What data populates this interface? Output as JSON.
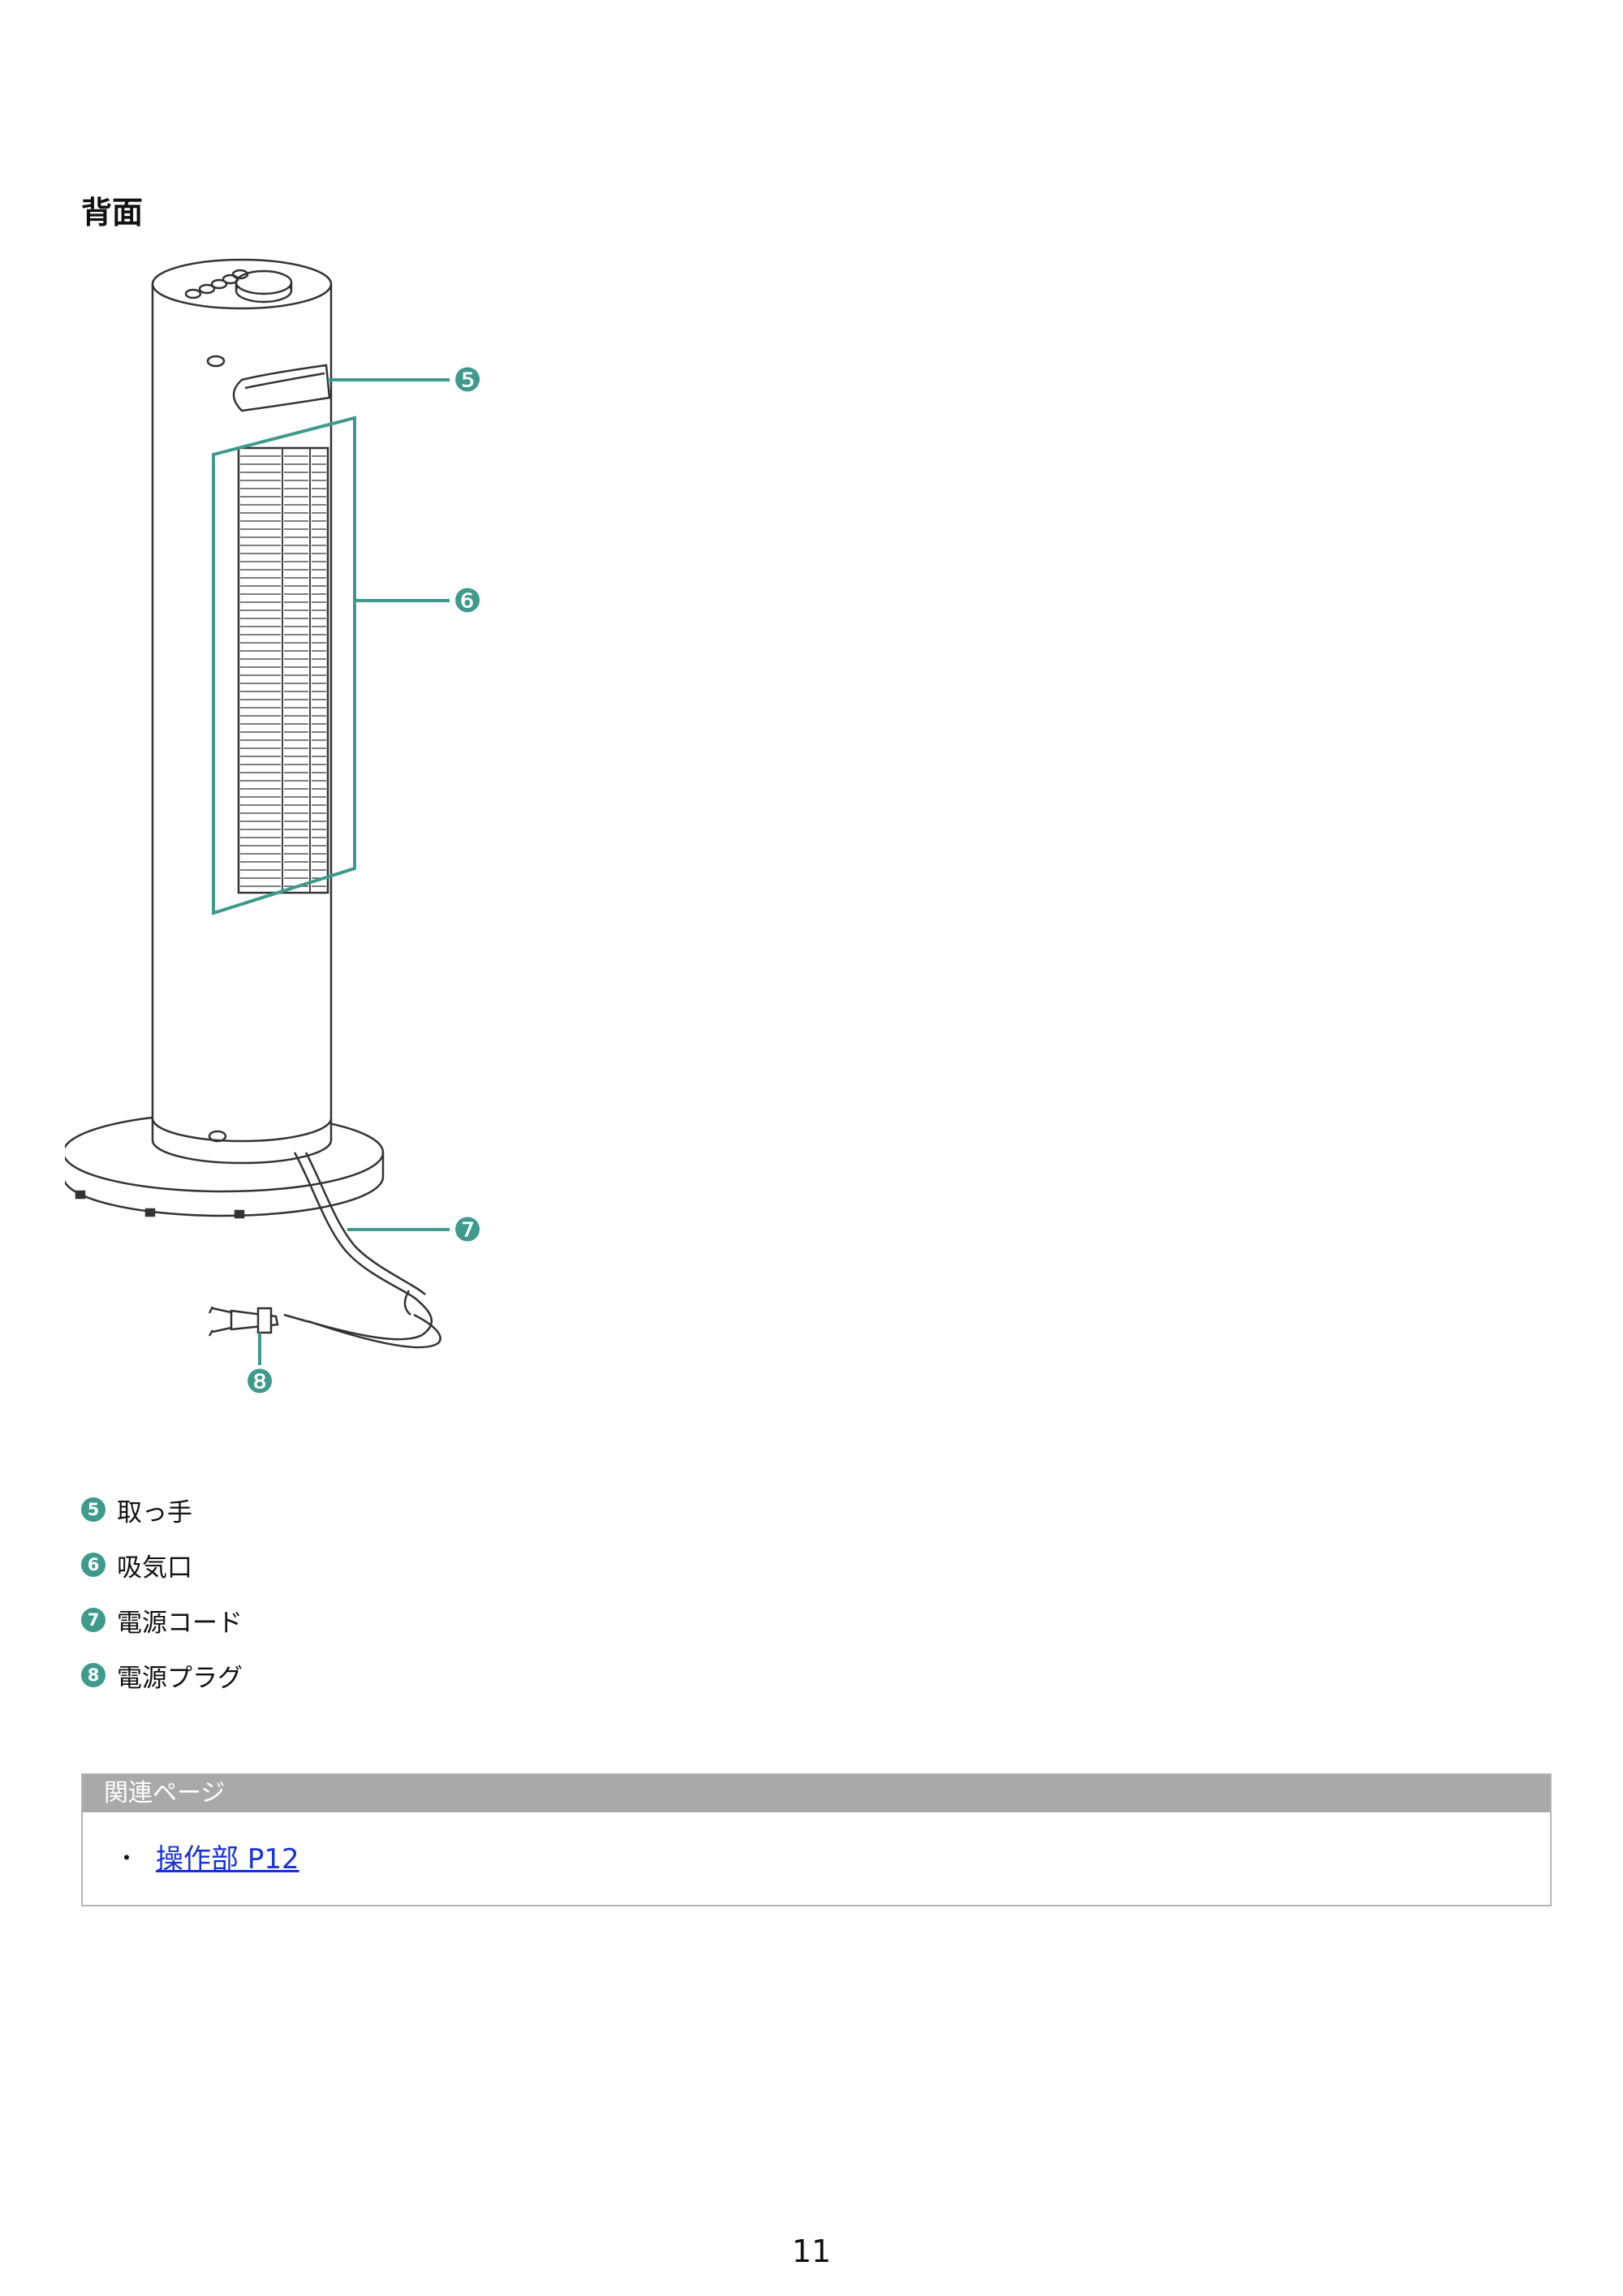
{
  "section": {
    "title": "背面"
  },
  "callouts": [
    {
      "number": "❺",
      "label": "取っ手"
    },
    {
      "number": "❻",
      "label": "吸気口"
    },
    {
      "number": "❼",
      "label": "電源コード"
    },
    {
      "number": "❽",
      "label": "電源プラグ"
    }
  ],
  "legend": {
    "items": [
      {
        "number": "5",
        "label": "取っ手"
      },
      {
        "number": "6",
        "label": "吸気口"
      },
      {
        "number": "7",
        "label": "電源コード"
      },
      {
        "number": "8",
        "label": "電源プラグ"
      }
    ]
  },
  "related": {
    "heading": "関連ページ",
    "links": [
      {
        "bullet": "・",
        "text": "操作部 P12"
      }
    ]
  },
  "page_number": "11",
  "colors": {
    "accent": "#3e9a8c",
    "related_header": "#a9a9a9",
    "link": "#1a31d8"
  }
}
